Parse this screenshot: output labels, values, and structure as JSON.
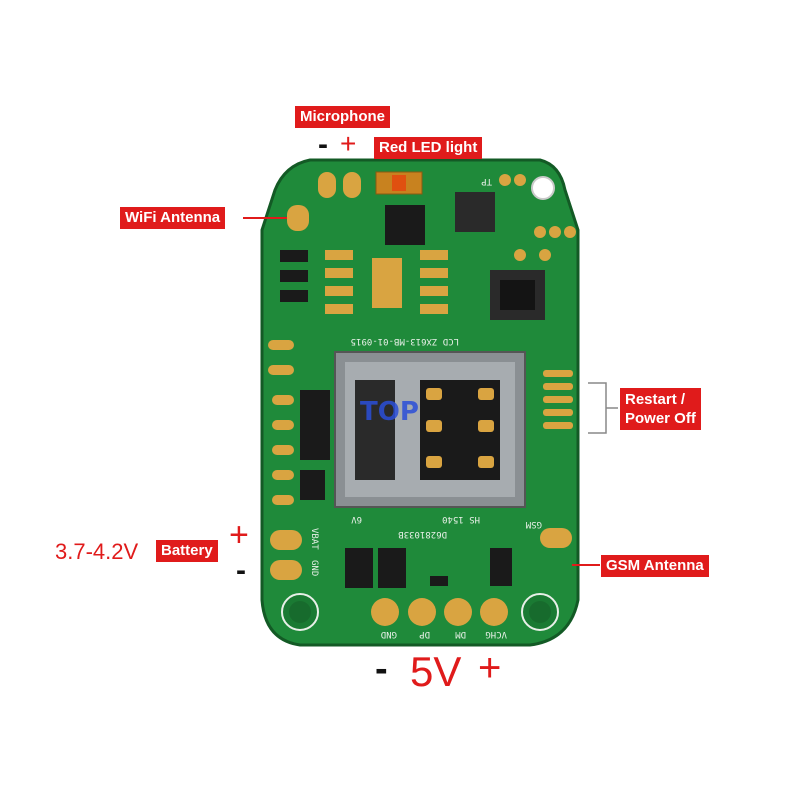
{
  "labels": {
    "microphone": "Microphone",
    "red_led": "Red LED light",
    "wifi_antenna": "WiFi Antenna",
    "restart_power_off": [
      "Restart /",
      "Power Off"
    ],
    "battery": "Battery",
    "gsm_antenna": "GSM Antenna"
  },
  "values": {
    "battery_voltage": "3.7-4.2V",
    "supply_voltage": "5V"
  },
  "signs": {
    "minus": "-",
    "plus": "+"
  },
  "silkscreen": {
    "board_id": "LCD ZX613-MB-01-0915",
    "vbat": "VBAT",
    "gnd": "GND",
    "gsm": "GSM",
    "chip_code": "D6281033B",
    "hs": "HS 1540",
    "six_v": "6V",
    "tp": "TP",
    "bottom_pads": [
      "GND",
      "DP",
      "DM",
      "VCHG"
    ]
  },
  "colors": {
    "pcb": "#1f8a3a",
    "pcb_dark": "#176b2d",
    "pad": "#d9a441",
    "callout": "#e01b1b"
  }
}
